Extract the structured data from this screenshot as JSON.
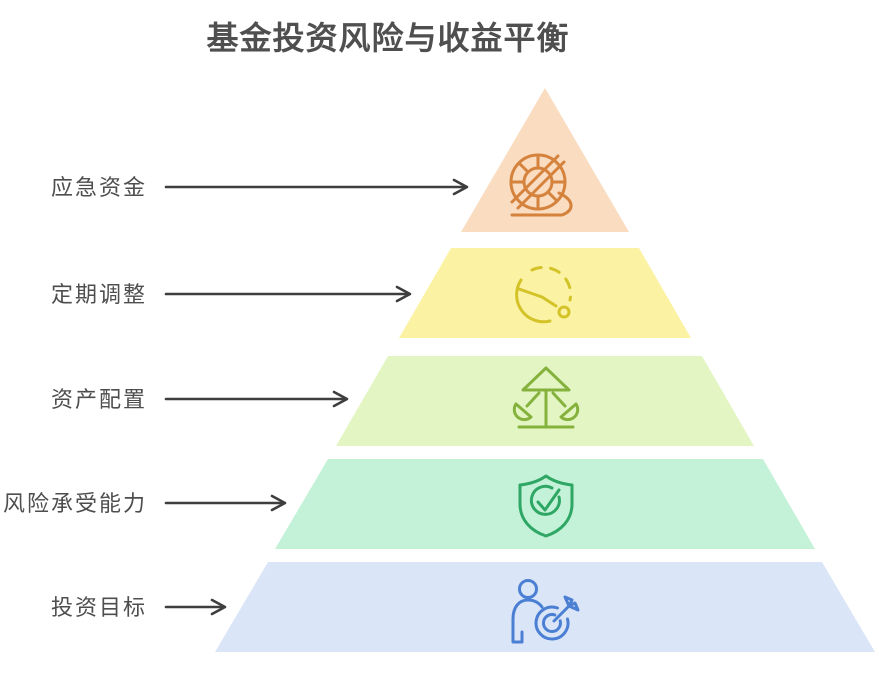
{
  "title": "基金投资风险与收益平衡",
  "styles": {
    "background": "#ffffff",
    "title_color": "#4f4f4f",
    "label_color": "#4e4e4e",
    "arrow_color": "#3e3e3e"
  },
  "pyramid": {
    "levels": [
      {
        "rank": 1,
        "label": "应急资金",
        "fill": "#fadcc0",
        "icon": "lifebuoy-icon",
        "icon_color": "#d4823c"
      },
      {
        "rank": 2,
        "label": "定期调整",
        "fill": "#fbf3a3",
        "icon": "clock-adjust-icon",
        "icon_color": "#d3c228"
      },
      {
        "rank": 3,
        "label": "资产配置",
        "fill": "#e3f5c2",
        "icon": "balance-scale-icon",
        "icon_color": "#85b23d"
      },
      {
        "rank": 4,
        "label": "风险承受能力",
        "fill": "#c4f2d8",
        "icon": "shield-check-icon",
        "icon_color": "#2fa764"
      },
      {
        "rank": 5,
        "label": "投资目标",
        "fill": "#dae5f8",
        "icon": "person-target-icon",
        "icon_color": "#4b7fd3"
      }
    ]
  }
}
